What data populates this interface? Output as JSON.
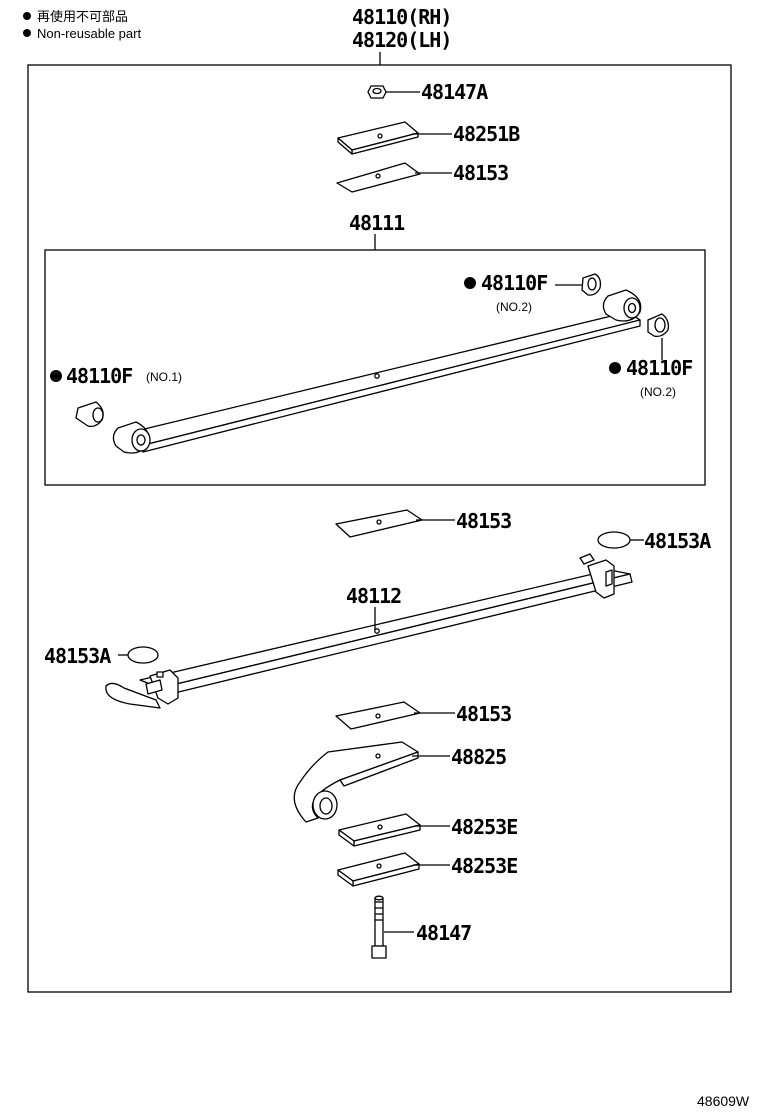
{
  "legend": {
    "line1": "再使用不可部品",
    "line2": "Non-reusable part"
  },
  "header": {
    "rh": "48110(RH)",
    "lh": "48120(LH)"
  },
  "parts": {
    "p48147A": "48147A",
    "p48251B": "48251B",
    "p48153_top": "48153",
    "p48111": "48111",
    "p48110F_no2_top": "48110F",
    "no2_top": "(NO.2)",
    "p48110F_no1": "48110F",
    "no1": "(NO.1)",
    "p48110F_no2_right": "48110F",
    "no2_right": "(NO.2)",
    "p48153_mid": "48153",
    "p48153A_right": "48153A",
    "p48112": "48112",
    "p48153A_left": "48153A",
    "p48153_low": "48153",
    "p48825": "48825",
    "p48253E_a": "48253E",
    "p48253E_b": "48253E",
    "p48147": "48147"
  },
  "footer": {
    "ref": "48609W"
  }
}
